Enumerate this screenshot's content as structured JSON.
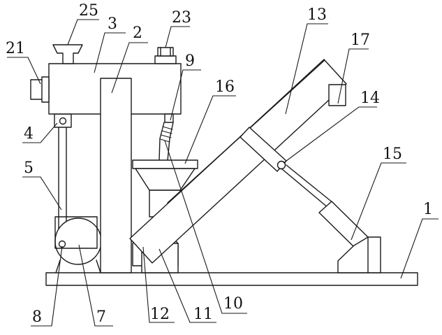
{
  "labels": {
    "l1": "1",
    "l2": "2",
    "l3": "3",
    "l4": "4",
    "l5": "5",
    "l7": "7",
    "l8": "8",
    "l9": "9",
    "l10": "10",
    "l11": "11",
    "l12": "12",
    "l13": "13",
    "l14": "14",
    "l15": "15",
    "l16": "16",
    "l17": "17",
    "l21": "21",
    "l23": "23",
    "l25": "25"
  },
  "colors": {
    "line": "#1a1a1a",
    "background": "#ffffff"
  }
}
